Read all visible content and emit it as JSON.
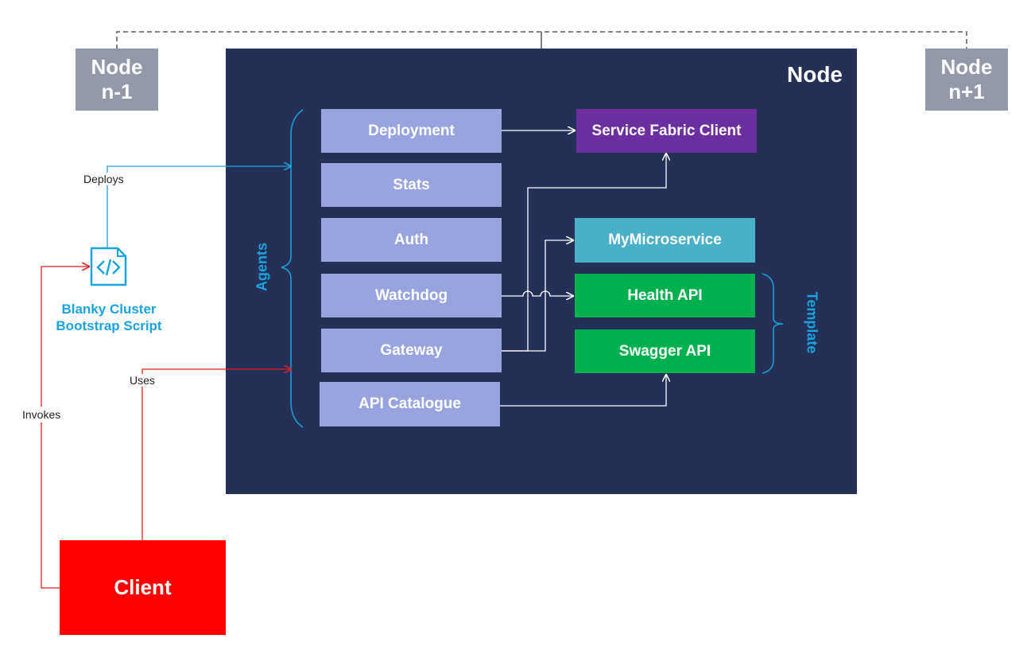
{
  "node": {
    "title": "Node"
  },
  "peers": {
    "left": "Node\nn-1",
    "right": "Node\nn+1"
  },
  "agents": {
    "group_label": "Agents",
    "items": [
      "Deployment",
      "Stats",
      "Auth",
      "Watchdog",
      "Gateway",
      "API Catalogue"
    ]
  },
  "services": {
    "service_fabric_client": "Service Fabric Client",
    "my_microservice": "MyMicroservice",
    "health_api": "Health API",
    "swagger_api": "Swagger API"
  },
  "template_label": "Template",
  "script": {
    "label_line1": "Blanky Cluster",
    "label_line2": "Bootstrap Script",
    "icon": "code-file-icon"
  },
  "client": {
    "label": "Client"
  },
  "edges": {
    "deploys": "Deploys",
    "uses": "Uses",
    "invokes": "Invokes"
  },
  "colors": {
    "node_bg": "#253058",
    "agent": "#98a3df",
    "peer": "#9499a9",
    "service_fabric": "#6d2fa0",
    "microservice": "#4aafc9",
    "template_api": "#00b04f",
    "client": "#ff0000",
    "accent_blue": "#1aa3de",
    "invoke_red": "#e0201e"
  }
}
